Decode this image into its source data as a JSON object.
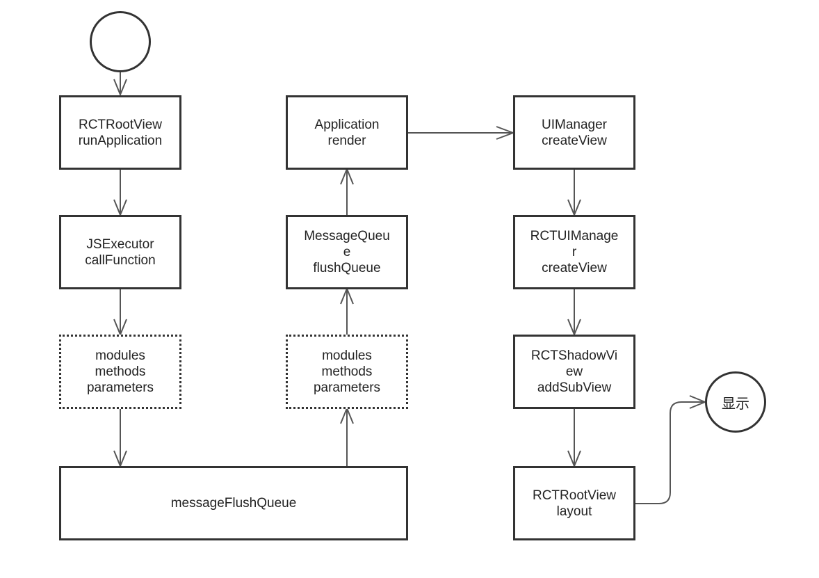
{
  "nodes": {
    "rctrootview_run": "RCTRootView\nrunApplication",
    "jsexecutor_call": "JSExecutor\ncallFunction",
    "modules_left": "modules\nmethods\nparameters",
    "message_flush_queue": "messageFlushQueue",
    "modules_right": "modules\nmethods\nparameters",
    "messagequeue_flush": "MessageQueu\ne\nflushQueue",
    "application_render": "Application\nrender",
    "uimanager_create": "UIManager\ncreateView",
    "rctuimanager_create": "RCTUIManage\nr\ncreateView",
    "rctshadowview_add": "RCTShadowVi\new\naddSubView",
    "rctrootview_layout": "RCTRootView\nlayout",
    "end_display": "显示"
  },
  "colors": {
    "stroke": "#333333",
    "background": "#ffffff",
    "text": "#222222"
  }
}
